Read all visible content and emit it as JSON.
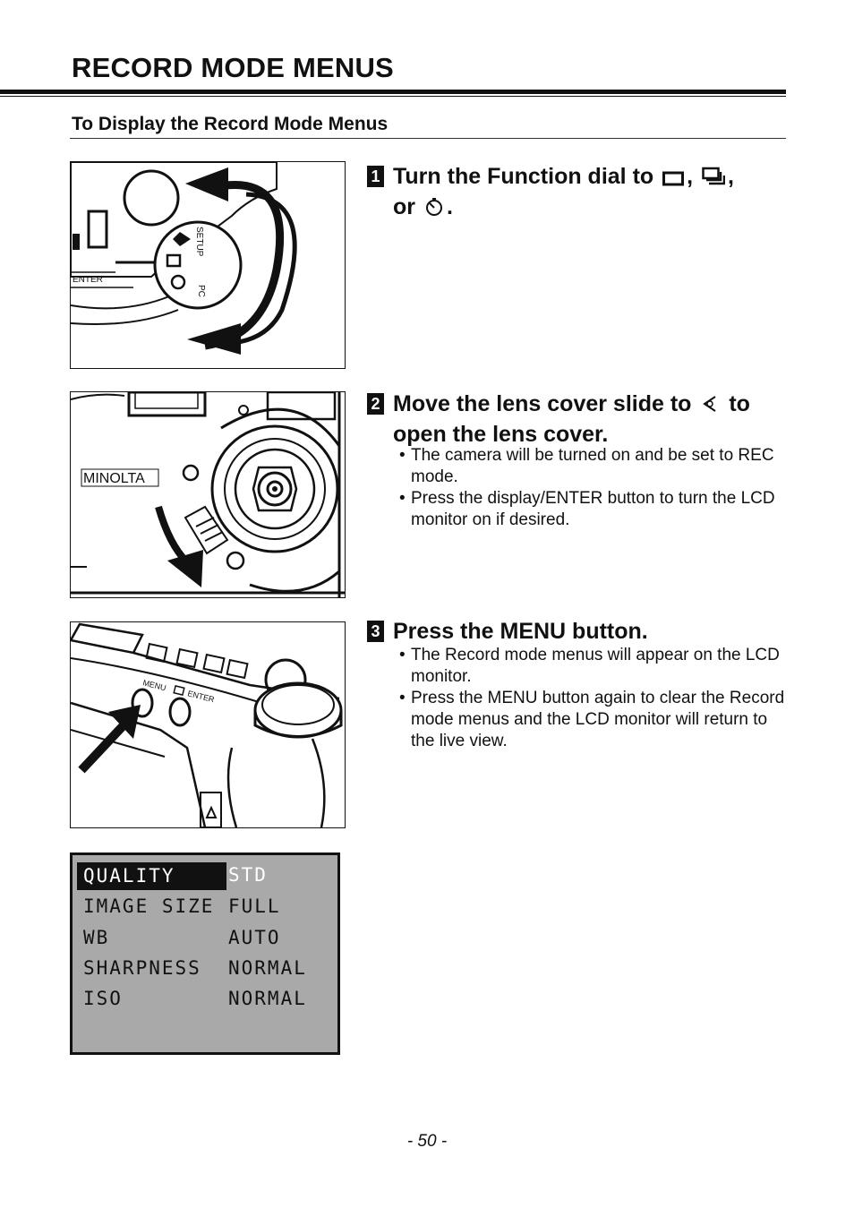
{
  "page": {
    "title": "RECORD MODE MENUS",
    "subtitle": "To Display the Record Mode Menus",
    "page_number": "- 50 -"
  },
  "steps": [
    {
      "number": "1",
      "heading_part1": "Turn the Function dial to",
      "heading_sep1": ",",
      "heading_sep2": ",",
      "heading_part2": "or",
      "heading_end": ".",
      "icons": [
        "single-frame-icon",
        "continuous-advance-icon",
        "self-timer-icon"
      ],
      "illustration_labels": {
        "setup": "SETUP",
        "pc": "PC",
        "enter": "ENTER"
      }
    },
    {
      "number": "2",
      "heading_part1": "Move the lens cover slide to",
      "heading_part2": "to",
      "heading_line2": "open the lens cover.",
      "icons": [
        "lens-open-icon"
      ],
      "bullets": [
        "The camera will be turned on and be set to REC mode.",
        "Press the display/ENTER button to turn the LCD monitor on if desired."
      ],
      "illustration_labels": {
        "brand": "MINOLTA"
      }
    },
    {
      "number": "3",
      "heading": "Press the MENU button.",
      "bullets": [
        "The Record mode menus will appear on the LCD monitor.",
        "Press the MENU button again to clear the Record mode menus and the LCD monitor will return to the live view."
      ],
      "illustration_labels": {
        "menu": "MENU",
        "enter": "ENTER"
      }
    }
  ],
  "lcd_menu": {
    "rows": [
      {
        "key": "QUALITY",
        "value": "STD",
        "selected": true
      },
      {
        "key": "IMAGE SIZE",
        "value": "FULL",
        "selected": false
      },
      {
        "key": "WB",
        "value": "AUTO",
        "selected": false
      },
      {
        "key": "SHARPNESS",
        "value": "NORMAL",
        "selected": false
      },
      {
        "key": "ISO",
        "value": "NORMAL",
        "selected": false
      }
    ]
  }
}
